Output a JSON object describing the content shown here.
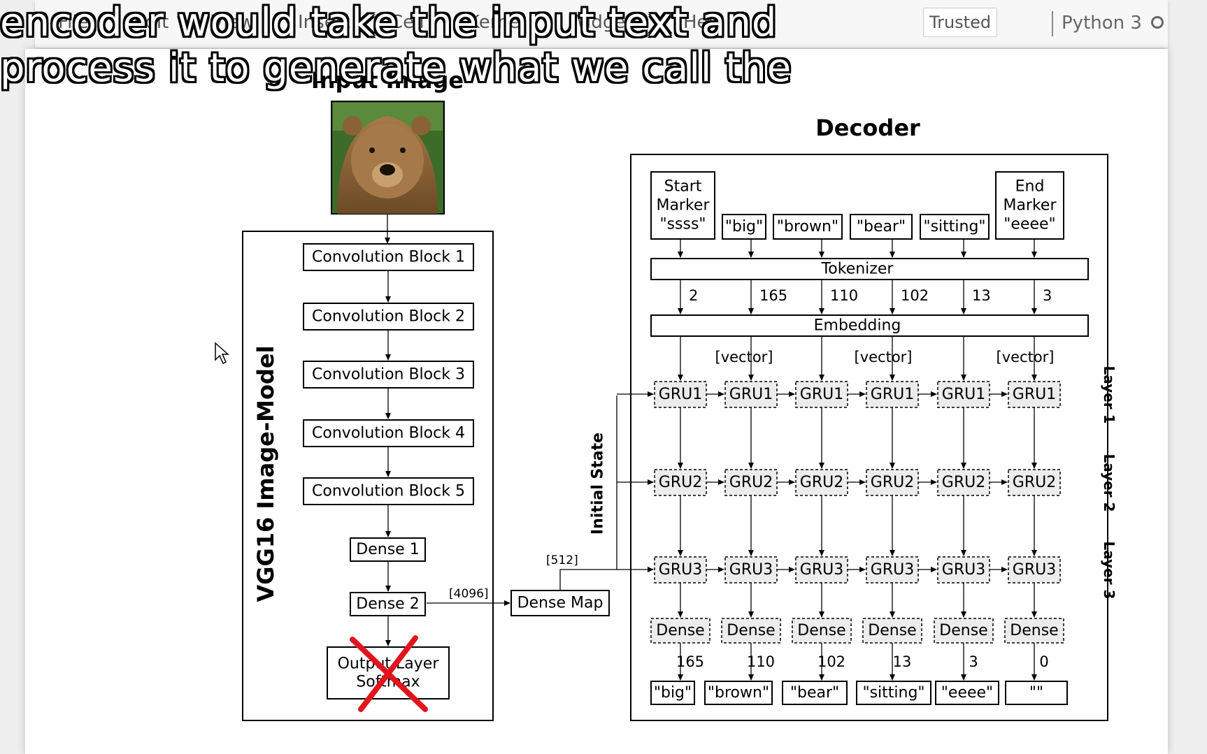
{
  "menu": {
    "items": [
      "File",
      "Edit",
      "View",
      "Insert",
      "Cell",
      "Kernel",
      "Widgets",
      "Help"
    ],
    "trusted": "Trusted",
    "kernel": "Python 3"
  },
  "diagram": {
    "input_title": "Input Image",
    "decoder_title": "Decoder",
    "encoder_label": "VGG16 Image-Model",
    "conv_blocks": [
      "Convolution Block 1",
      "Convolution Block 2",
      "Convolution Block 3",
      "Convolution Block 4",
      "Convolution Block 5"
    ],
    "dense1": "Dense 1",
    "dense2": "Dense 2",
    "output_softmax": [
      "Output Layer",
      "Softmax"
    ],
    "size_4096": "[4096]",
    "dense_map": "Dense Map",
    "size_512": "[512]",
    "initial_state": "Initial State",
    "tokens_in": [
      [
        "Start",
        "Marker",
        "\"ssss\""
      ],
      [
        "\"big\""
      ],
      [
        "\"brown\""
      ],
      [
        "\"bear\""
      ],
      [
        "\"sitting\""
      ],
      [
        "End",
        "Marker",
        "\"eeee\""
      ]
    ],
    "tokenizer": "Tokenizer",
    "token_ids": [
      "2",
      "165",
      "110",
      "102",
      "13",
      "3"
    ],
    "embedding": "Embedding",
    "vector_label": "[vector]",
    "gru_layers": [
      "GRU1",
      "GRU2",
      "GRU3"
    ],
    "layer_labels": [
      "Layer 1",
      "Layer 2",
      "Layer 3"
    ],
    "dense_out": "Dense",
    "out_ids": [
      "165",
      "110",
      "102",
      "13",
      "3",
      "0"
    ],
    "tokens_out": [
      "\"big\"",
      "\"brown\"",
      "\"bear\"",
      "\"sitting\"",
      "\"eeee\"",
      "\"\""
    ]
  },
  "captions": [
    "encoder would take the input text and",
    "process it to generate what we call the"
  ]
}
